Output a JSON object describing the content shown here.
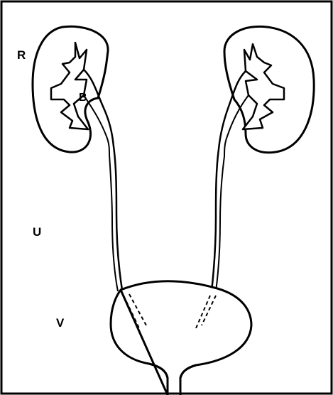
{
  "diagram": {
    "labels": {
      "r": "R",
      "b": "B",
      "u": "U",
      "v": "V"
    },
    "colors": {
      "stroke": "#000000",
      "background": "#ffffff"
    }
  }
}
